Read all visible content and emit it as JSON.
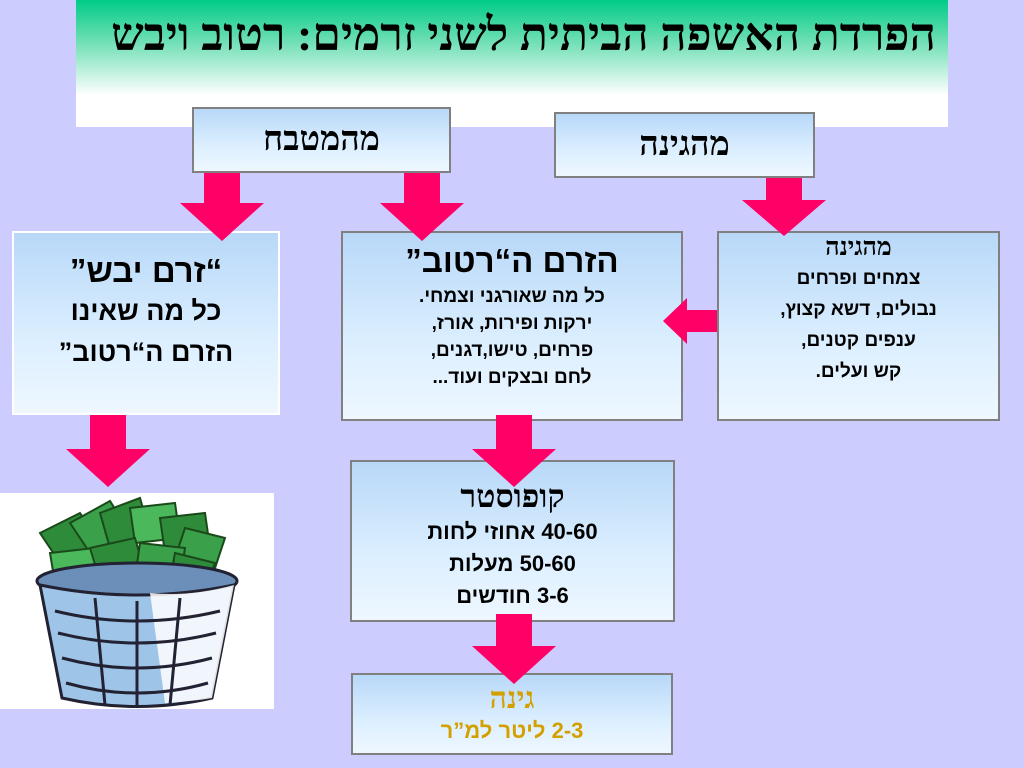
{
  "title": "הפרדת האשפה הביתית לשני זרמים: רטוב ויבש",
  "kitchen": {
    "label": "מהמטבח"
  },
  "garden_src": {
    "label": "מהגינה"
  },
  "dry": {
    "heading": "“זרם יבש”",
    "line1": "כל מה שאינו",
    "line2": "הזרם ה“רטוב”"
  },
  "wet": {
    "heading": "הזרם ה“רטוב”",
    "lines": [
      "כל מה שאורגני וצמחי.",
      "ירקות ופירות, אורז,",
      "פרחים, טישו,דגנים,",
      "לחם ובצקים ועוד..."
    ]
  },
  "garden": {
    "heading": "מהגינה",
    "lines": [
      "צמחים ופרחים",
      "נבולים, דשא קצוץ,",
      "ענפים קטנים,",
      "קש ועלים."
    ]
  },
  "compost": {
    "heading": "קופוסטר",
    "lines": [
      "40-60 אחוזי לחות",
      "50-60 מעלות",
      "3-6 חודשים"
    ]
  },
  "garden_out": {
    "heading": "גינה",
    "rate": "2-3 ליטר למ”ר"
  },
  "colors": {
    "arrow": "#ff0066",
    "heading_gold": "#d4a000",
    "background": "#ccccff"
  },
  "icons": {
    "bin": "trash-bin-icon"
  }
}
